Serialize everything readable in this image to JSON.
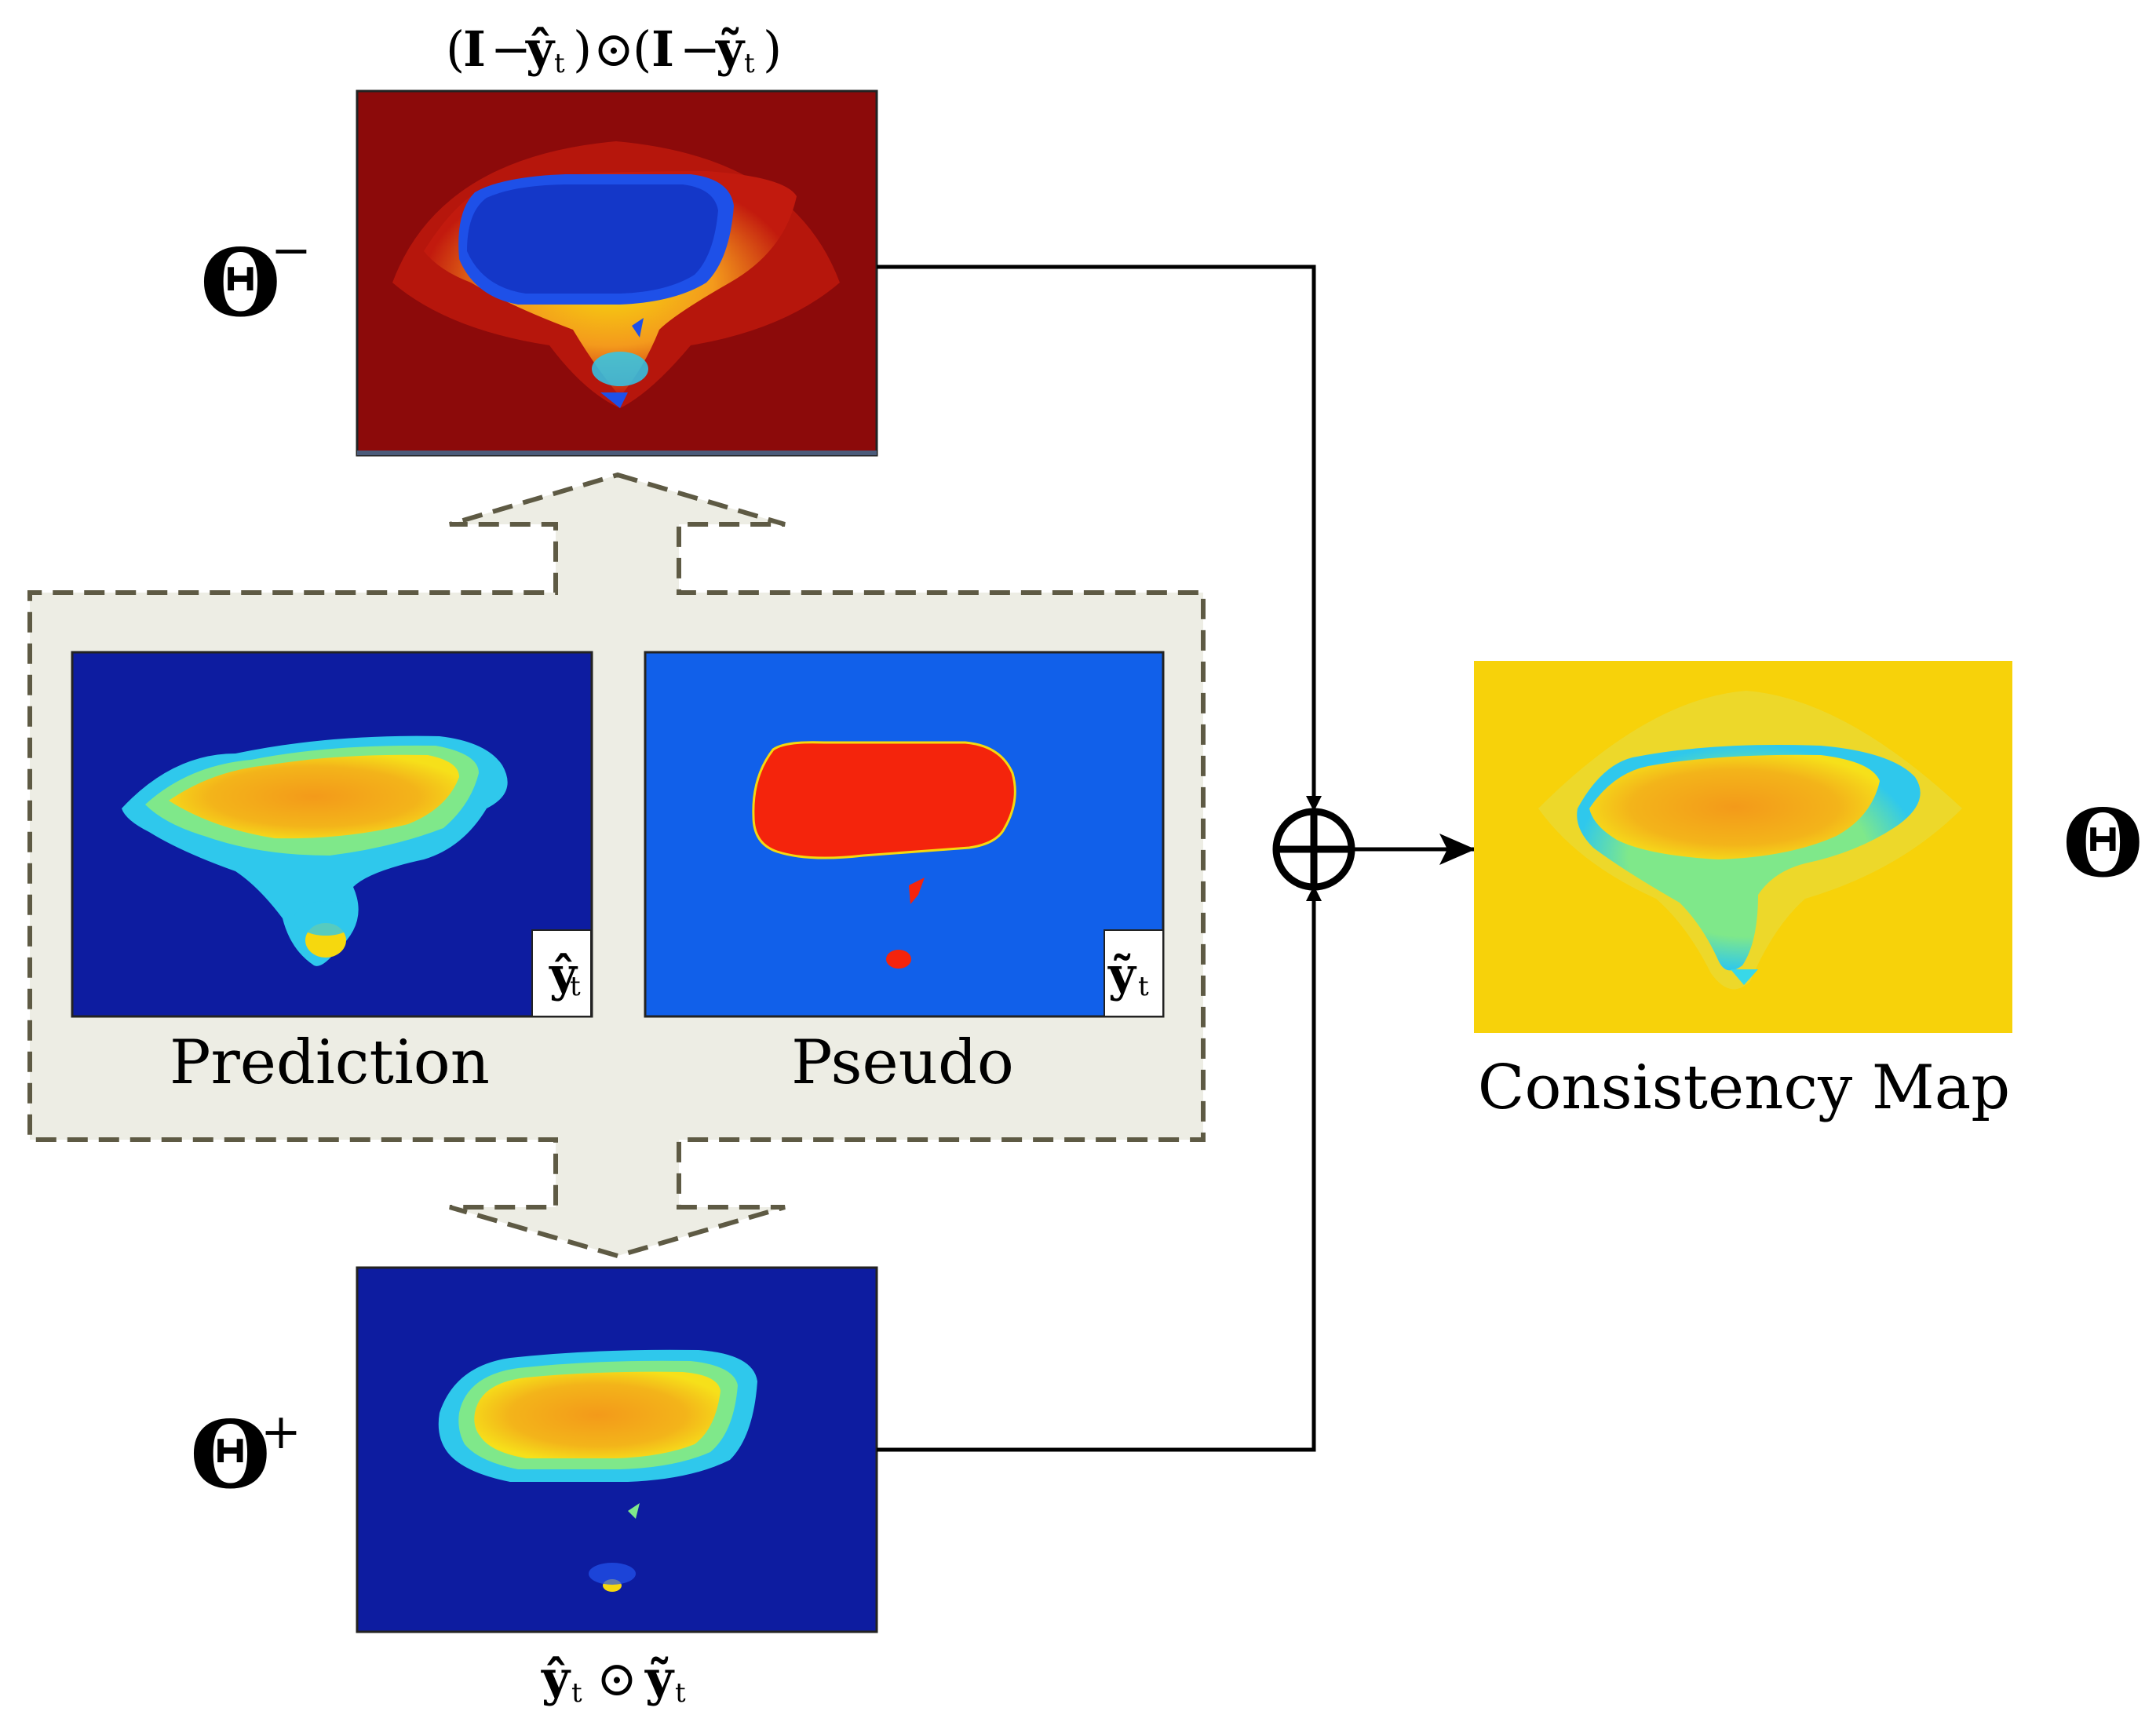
{
  "labels": {
    "prediction": "Prediction",
    "pseudo": "Pseudo",
    "consistency_map": "Consistency Map"
  },
  "symbols": {
    "theta": "Θ",
    "theta_minus_sup": "−",
    "theta_plus_sup": "+",
    "top_formula": "(I − ŷt)⊙(I − ỹt)",
    "top_formula_open": "(",
    "top_formula_I1": "I",
    "top_formula_minus1": "−",
    "top_formula_yhat": "ŷ",
    "top_formula_t1": "t",
    "top_formula_close1": ")",
    "top_formula_odot": "⊙",
    "top_formula_open2": "(",
    "top_formula_I2": "I",
    "top_formula_minus2": "−",
    "top_formula_ytilde": "ỹ",
    "top_formula_t2": "t",
    "top_formula_close2": ")",
    "bottom_formula": "ŷt ⊙ỹt",
    "bottom_yhat": "ŷ",
    "bottom_t1": "t",
    "bottom_odot": "⊙",
    "bottom_ytilde": "ỹ",
    "bottom_t2": "t",
    "badge_prediction": "ŷ",
    "badge_prediction_sub": "t",
    "badge_pseudo": "ỹ",
    "badge_pseudo_sub": "t"
  },
  "colors": {
    "jet_dark_red": "#8c0a0a",
    "jet_red": "#e8200c",
    "jet_orange": "#f49a1c",
    "jet_yellow": "#f6d80e",
    "jet_cyan": "#38d8e8",
    "jet_blue": "#1f4fe6",
    "jet_dark_blue": "#0d1ca0",
    "panel_bg": "#edede4",
    "dash": "#5e5a44"
  },
  "icons": {
    "combine": "circled-plus-icon"
  }
}
